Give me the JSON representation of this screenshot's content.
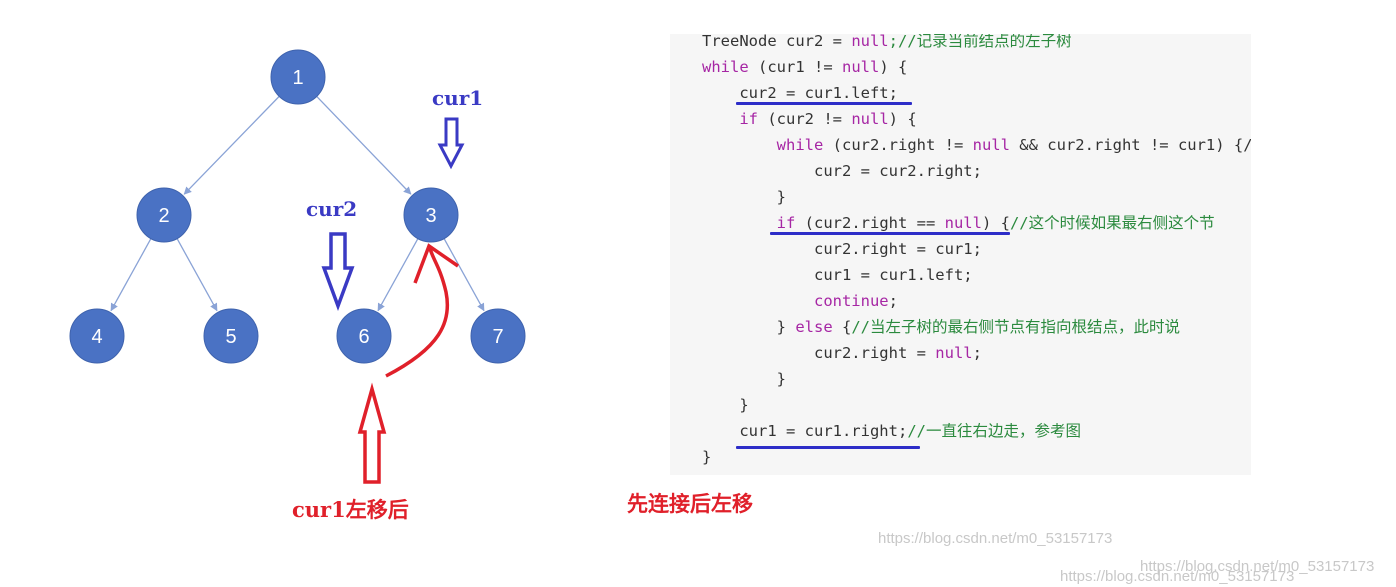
{
  "tree": {
    "nodes": [
      {
        "id": "1",
        "label": "1"
      },
      {
        "id": "2",
        "label": "2"
      },
      {
        "id": "3",
        "label": "3"
      },
      {
        "id": "4",
        "label": "4"
      },
      {
        "id": "5",
        "label": "5"
      },
      {
        "id": "6",
        "label": "6"
      },
      {
        "id": "7",
        "label": "7"
      }
    ],
    "edges": [
      {
        "from": "1",
        "to": "2"
      },
      {
        "from": "1",
        "to": "3"
      },
      {
        "from": "2",
        "to": "4"
      },
      {
        "from": "2",
        "to": "5"
      },
      {
        "from": "3",
        "to": "6"
      },
      {
        "from": "3",
        "to": "7"
      }
    ],
    "node_color": "#4a72c4",
    "edge_color": "#8aa3d6"
  },
  "annotations": {
    "cur1_label": "cur1",
    "cur2_label": "cur2",
    "cur1_moved_left": "cur1左移后",
    "connect_then_move": "先连接后左移",
    "blue": "#3a3ac4",
    "red": "#e0202a"
  },
  "code": {
    "lines": [
      [
        {
          "t": "TreeNode cur2 = ",
          "c": "n"
        },
        {
          "t": "null",
          "c": "kw"
        },
        {
          "t": ";//记录当前结点的左子树",
          "c": "cm"
        }
      ],
      [
        {
          "t": "while",
          "c": "kw"
        },
        {
          "t": " (cur1 != ",
          "c": "n"
        },
        {
          "t": "null",
          "c": "kw"
        },
        {
          "t": ") {",
          "c": "n"
        }
      ],
      [
        {
          "t": "    cur2 = cur1.left;",
          "c": "n"
        }
      ],
      [
        {
          "t": "    ",
          "c": "n"
        },
        {
          "t": "if",
          "c": "kw"
        },
        {
          "t": " (cur2 != ",
          "c": "n"
        },
        {
          "t": "null",
          "c": "kw"
        },
        {
          "t": ") {",
          "c": "n"
        }
      ],
      [
        {
          "t": "        ",
          "c": "n"
        },
        {
          "t": "while",
          "c": "kw"
        },
        {
          "t": " (cur2.right != ",
          "c": "n"
        },
        {
          "t": "null",
          "c": "kw"
        },
        {
          "t": " && cur2.right != cur1) {/",
          "c": "n"
        }
      ],
      [
        {
          "t": "            cur2 = cur2.right;",
          "c": "n"
        }
      ],
      [
        {
          "t": "        }",
          "c": "n"
        }
      ],
      [
        {
          "t": "        ",
          "c": "n"
        },
        {
          "t": "if",
          "c": "kw"
        },
        {
          "t": " (cur2.right == ",
          "c": "n"
        },
        {
          "t": "null",
          "c": "kw"
        },
        {
          "t": ") {",
          "c": "n"
        },
        {
          "t": "//这个时候如果最右侧这个节",
          "c": "cm"
        }
      ],
      [
        {
          "t": "            cur2.right = cur1;",
          "c": "n"
        }
      ],
      [
        {
          "t": "            cur1 = cur1.left;",
          "c": "n"
        }
      ],
      [
        {
          "t": "            ",
          "c": "n"
        },
        {
          "t": "continue",
          "c": "kw"
        },
        {
          "t": ";",
          "c": "n"
        }
      ],
      [
        {
          "t": "        } ",
          "c": "n"
        },
        {
          "t": "else",
          "c": "kw"
        },
        {
          "t": " {",
          "c": "n"
        },
        {
          "t": "//当左子树的最右侧节点有指向根结点，此时说",
          "c": "cm"
        }
      ],
      [
        {
          "t": "            cur2.right = ",
          "c": "n"
        },
        {
          "t": "null",
          "c": "kw"
        },
        {
          "t": ";",
          "c": "n"
        }
      ],
      [
        {
          "t": "        }",
          "c": "n"
        }
      ],
      [
        {
          "t": "    }",
          "c": "n"
        }
      ],
      [
        {
          "t": "    cur1 = cur1.right;",
          "c": "n"
        },
        {
          "t": "//一直往右边走，参考图",
          "c": "cm"
        }
      ],
      [
        {
          "t": "}",
          "c": "n"
        }
      ]
    ]
  },
  "watermarks": [
    "https://blog.csdn.net/m0_53157173",
    "https://blog.csdn.net/m0_53157173",
    "https://blog.csdn.net/m0_53157173"
  ]
}
